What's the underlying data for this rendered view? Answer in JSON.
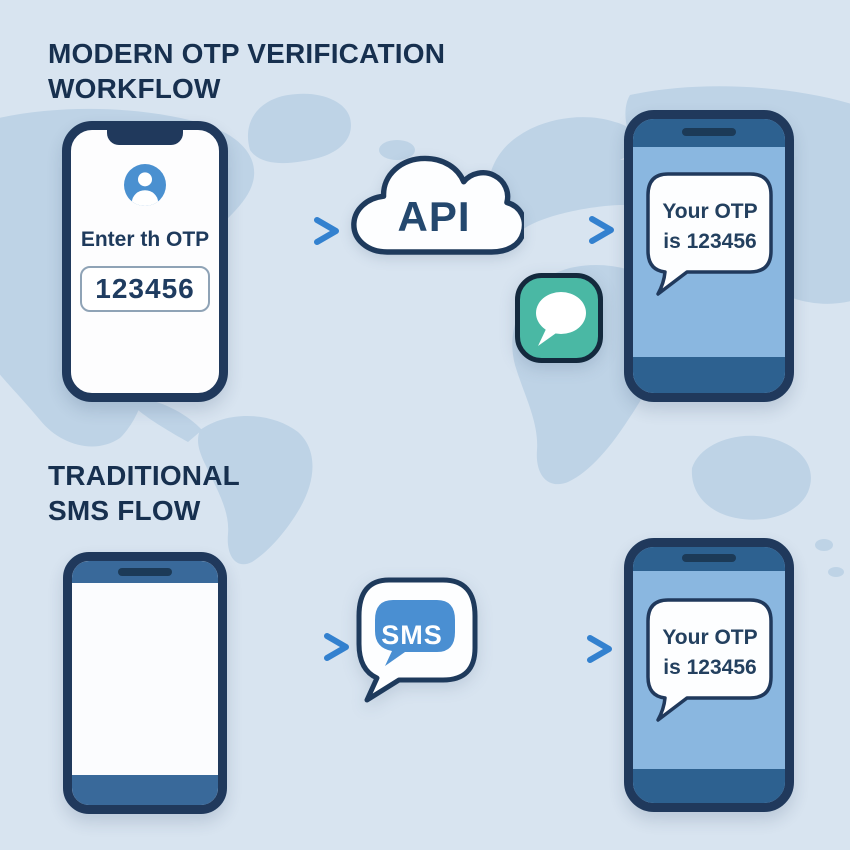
{
  "palette": {
    "background": "#d8e4f0",
    "map": "#bed3e6",
    "navy_outline": "#20395c",
    "title_navy": "#17304f",
    "phone_band_blue": "#2d6190",
    "phone_screen_blue": "#8ab7e0",
    "arrow_blue": "#2f7ecb",
    "arrow_dark": "#1c4b88",
    "teal_app": "#4ab8a4",
    "sms_bubble_blue": "#4a8fd2",
    "avatar_blue": "#4a90d0"
  },
  "modern_flow": {
    "title_line1": "MODERN OTP VERIFICATION",
    "title_line2": "WORKFLOW",
    "sender_phone": {
      "prompt": "Enter th OTP",
      "otp_value": "123456"
    },
    "api_label": "API",
    "receiver_phone": {
      "message_line1": "Your OTP",
      "message_line2": "is 123456"
    }
  },
  "traditional_flow": {
    "title_line1": "TRADITIONAL",
    "title_line2": "SMS FLOW",
    "sms_label": "SMS",
    "receiver_phone": {
      "message_line1": "Your OTP",
      "message_line2": "is 123456"
    }
  }
}
